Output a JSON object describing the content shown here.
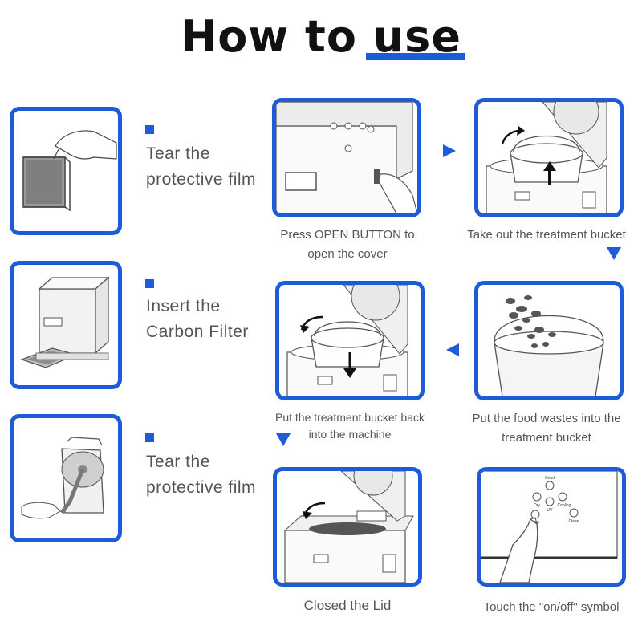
{
  "title": {
    "part1": "How to ",
    "part2": "use"
  },
  "side_steps": [
    {
      "line1": "Tear the",
      "line2": "protective film"
    },
    {
      "line1": "Insert the",
      "line2": "Carbon Filter"
    },
    {
      "line1": "Tear the",
      "line2": "protective film"
    }
  ],
  "steps": [
    {
      "line1": "Press OPEN BUTTON to",
      "line2": "open the cover"
    },
    {
      "line1": "Take out the treatment bucket"
    },
    {
      "line1": "Put the food wastes into the",
      "line2": "treatment bucket"
    },
    {
      "line1": "Put the treatment bucket back",
      "line2": "into the machine"
    },
    {
      "line1": "Closed the Lid"
    },
    {
      "line1": "Touch the \"on/off\" symbol"
    }
  ],
  "panel_labels": {
    "grind": "Grind",
    "dry": "Dry",
    "uv": "UV",
    "cooling": "Cooling",
    "clean": "Clean",
    "off": "OFF"
  },
  "colors": {
    "accent": "#1e5bd8",
    "text": "#555555",
    "title": "#111111"
  }
}
